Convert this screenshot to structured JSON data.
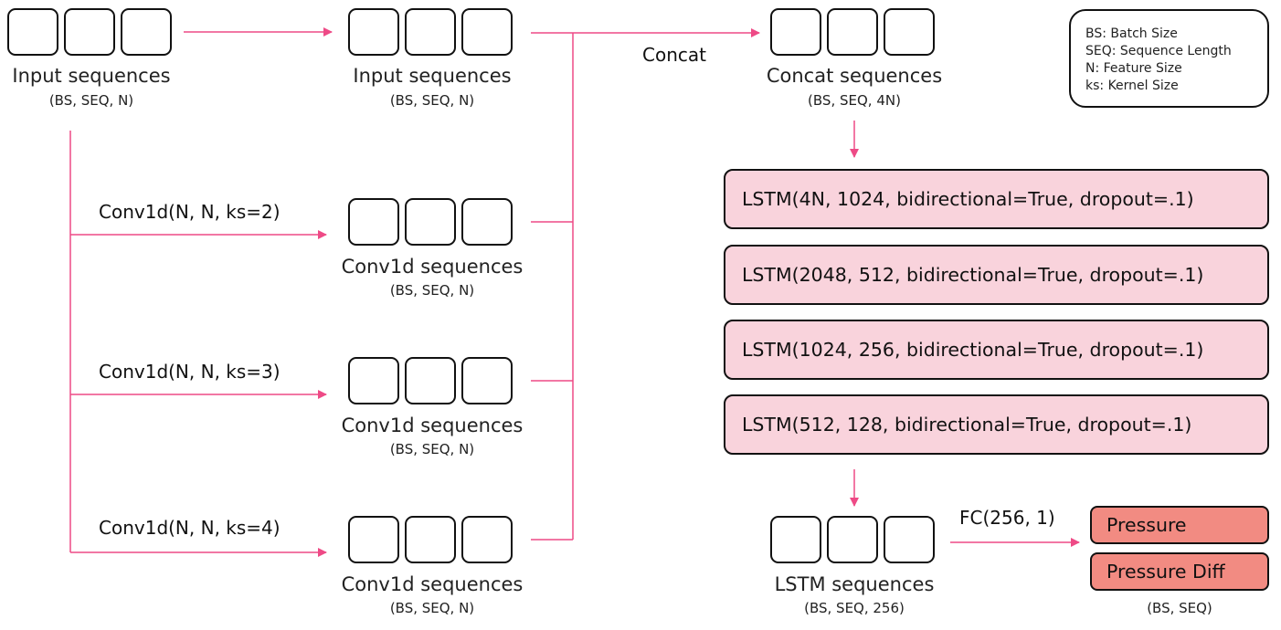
{
  "colors": {
    "arrow": "#ee4a86",
    "lstm_fill": "#f9d3dc",
    "output_fill": "#f28b82",
    "border": "#111111"
  },
  "legend": {
    "items": [
      "BS: Batch Size",
      "SEQ: Sequence Length",
      "N: Feature Size",
      "ks: Kernel Size"
    ]
  },
  "input": {
    "name": "Input sequences",
    "shape": "(BS, SEQ, N)"
  },
  "input_copy": {
    "name": "Input sequences",
    "shape": "(BS, SEQ, N)"
  },
  "conv_branches": [
    {
      "op": "Conv1d(N, N, ks=2)",
      "name": "Conv1d sequences",
      "shape": "(BS, SEQ, N)"
    },
    {
      "op": "Conv1d(N, N, ks=3)",
      "name": "Conv1d sequences",
      "shape": "(BS, SEQ, N)"
    },
    {
      "op": "Conv1d(N, N, ks=4)",
      "name": "Conv1d sequences",
      "shape": "(BS, SEQ, N)"
    }
  ],
  "concat": {
    "op": "Concat",
    "name": "Concat sequences",
    "shape": "(BS, SEQ, 4N)"
  },
  "lstm_layers": [
    "LSTM(4N, 1024, bidirectional=True, dropout=.1)",
    "LSTM(2048, 512, bidirectional=True, dropout=.1)",
    "LSTM(1024, 256, bidirectional=True, dropout=.1)",
    "LSTM(512, 128, bidirectional=True, dropout=.1)"
  ],
  "lstm_output": {
    "name": "LSTM sequences",
    "shape": "(BS, SEQ, 256)"
  },
  "fc": {
    "op": "FC(256, 1)"
  },
  "outputs": {
    "items": [
      "Pressure",
      "Pressure Diff"
    ],
    "shape": "(BS, SEQ)"
  }
}
